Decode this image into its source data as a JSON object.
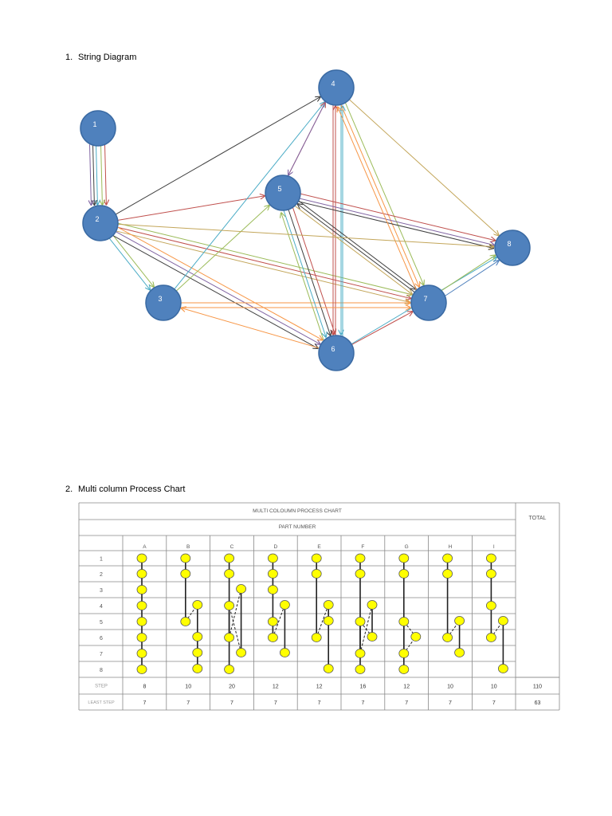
{
  "section1": {
    "number": "1.",
    "title": "String Diagram"
  },
  "section2": {
    "number": "2.",
    "title": "Multi column Process Chart"
  },
  "string_diagram": {
    "nodes": [
      "1",
      "2",
      "3",
      "4",
      "5",
      "6",
      "7",
      "8"
    ],
    "node_color": "#4f81bd",
    "edge_colors": [
      "#c0504d",
      "#9bbb59",
      "#8064a2",
      "#4bacc6",
      "#f79646",
      "#404040",
      "#4f81bd",
      "#c3a65a"
    ]
  },
  "process_chart": {
    "title": "MULTI COLOUMN PROCESS CHART",
    "subtitle": "PART NUMBER",
    "total_label": "TOTAL",
    "columns": [
      "A",
      "B",
      "C",
      "D",
      "E",
      "F",
      "G",
      "H",
      "I"
    ],
    "row_labels": [
      "1",
      "2",
      "3",
      "4",
      "5",
      "6",
      "7",
      "8"
    ],
    "step_label": "STEP",
    "steps": [
      "8",
      "10",
      "20",
      "12",
      "12",
      "16",
      "12",
      "10",
      "10"
    ],
    "step_total": "110",
    "least_label": "LEAST STEP",
    "least": [
      "7",
      "7",
      "7",
      "7",
      "7",
      "7",
      "7",
      "7",
      "7"
    ],
    "least_total": "63",
    "marker_color": "#ffff00",
    "part_operations": {
      "A": [
        1,
        2,
        3,
        4,
        5,
        6,
        7,
        8
      ],
      "B": [
        1,
        2,
        5,
        4,
        6,
        7,
        8
      ],
      "C": [
        1,
        2,
        6,
        3,
        7,
        4,
        8
      ],
      "D": [
        1,
        2,
        3,
        5,
        6,
        4,
        7
      ],
      "E": [
        1,
        2,
        6,
        4,
        5,
        8
      ],
      "F": [
        1,
        2,
        7,
        4,
        6,
        5,
        8
      ],
      "G": [
        1,
        2,
        7,
        6,
        5,
        8
      ],
      "H": [
        1,
        2,
        6,
        5,
        7
      ],
      "I": [
        1,
        2,
        4,
        6,
        5,
        8
      ]
    }
  }
}
